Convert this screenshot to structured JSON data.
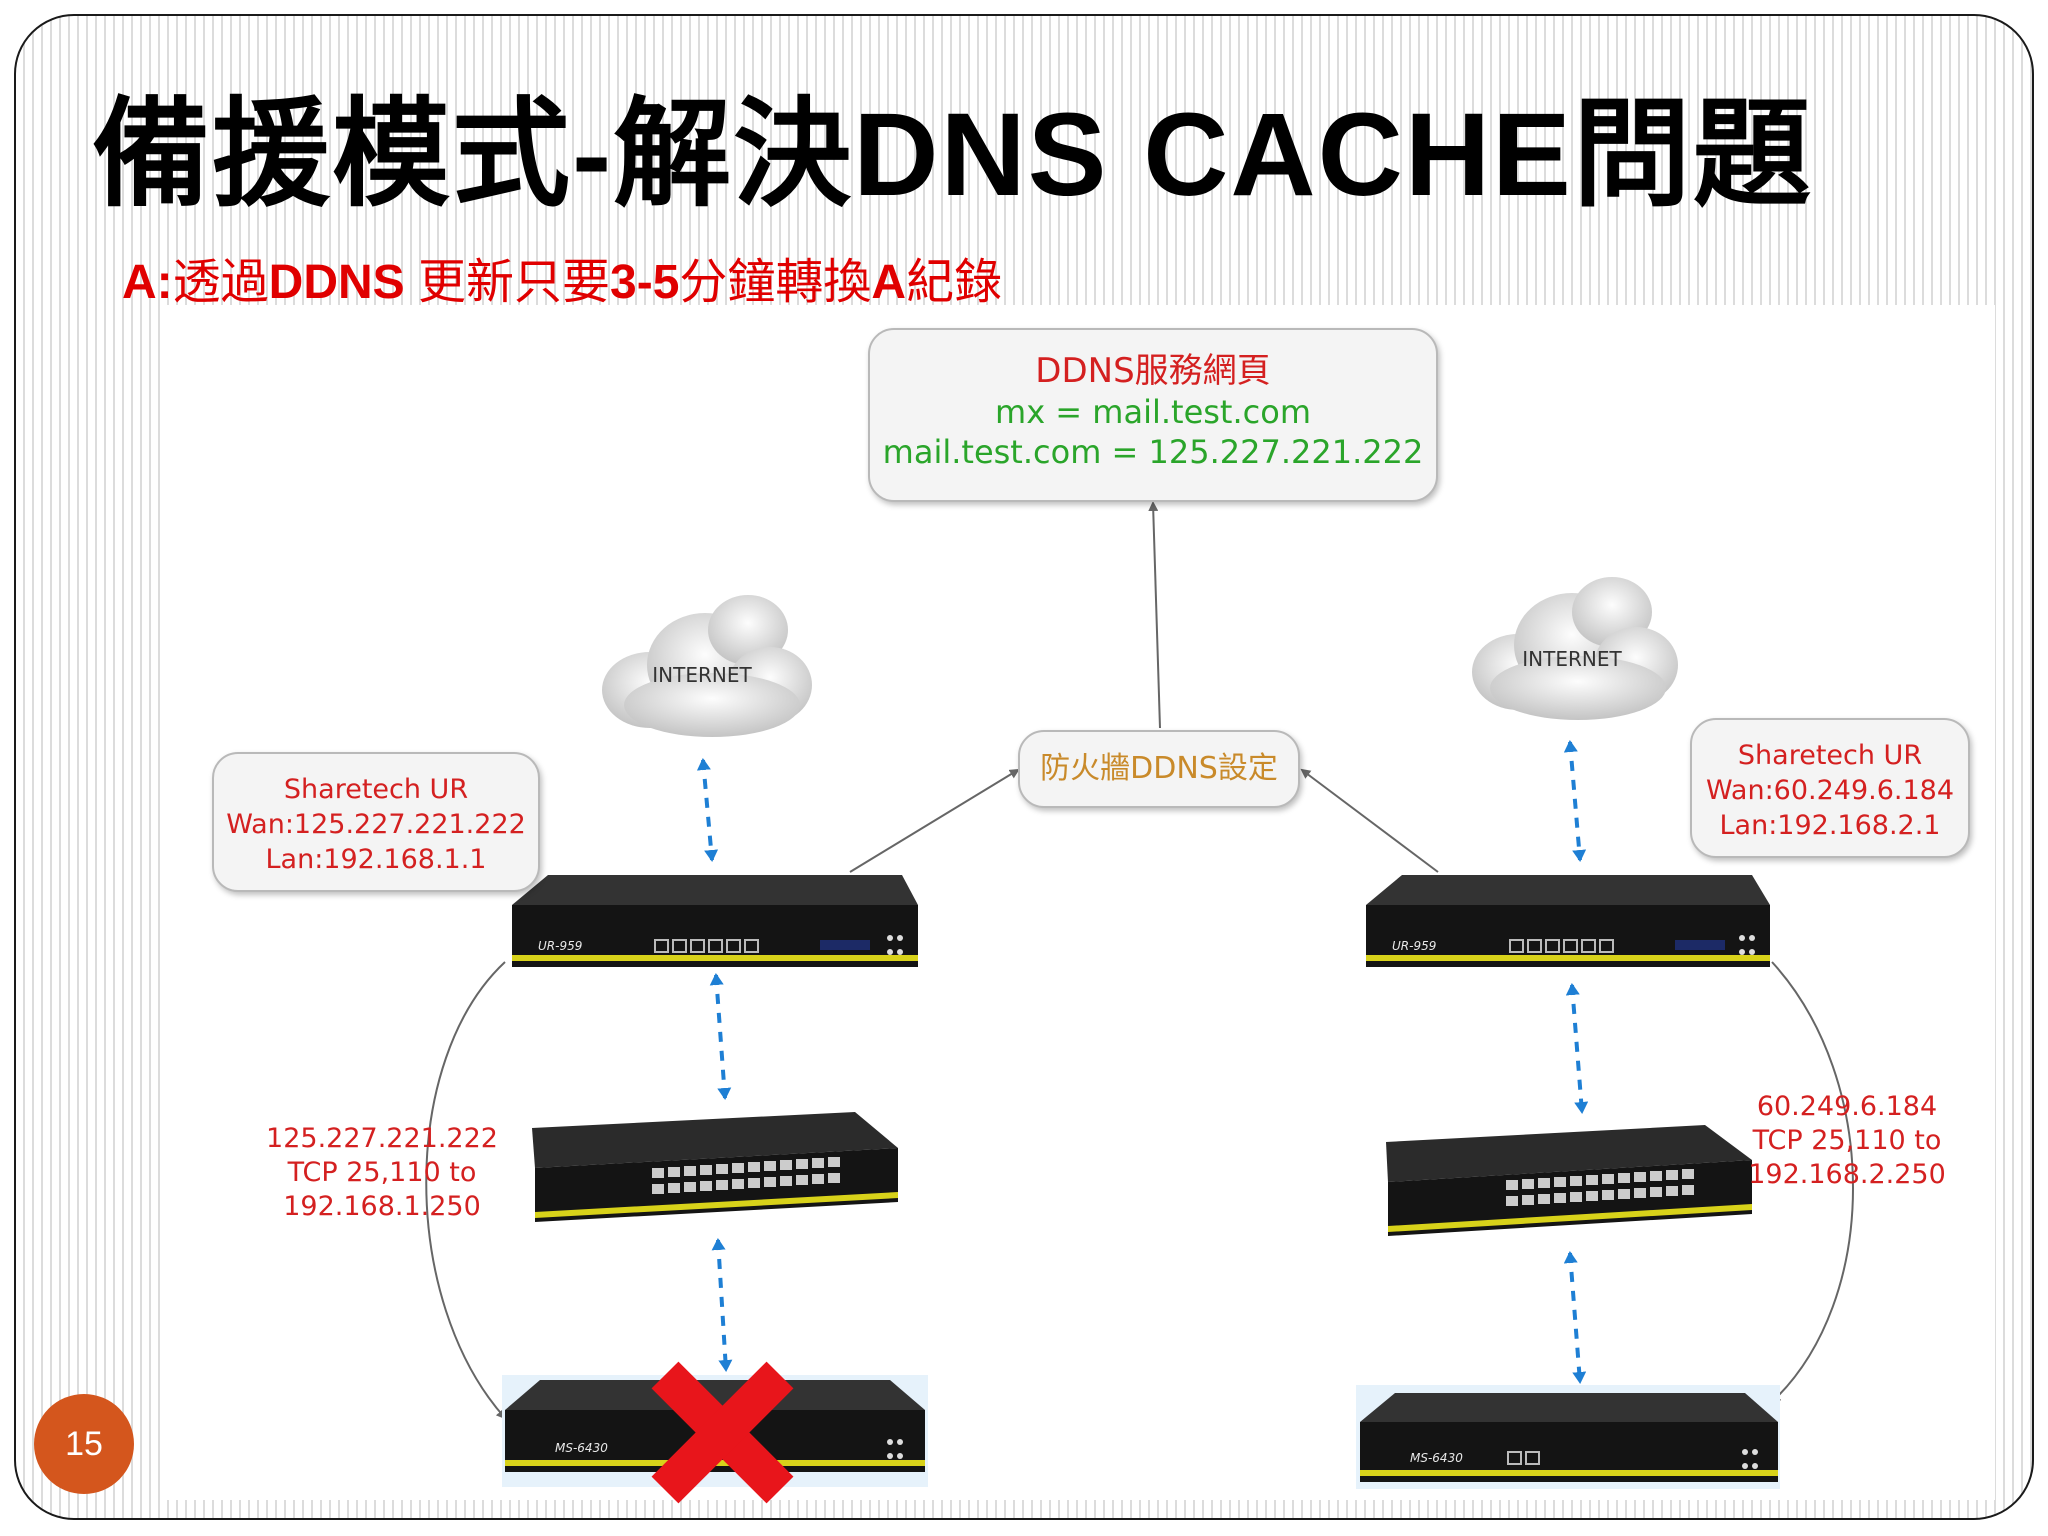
{
  "slide": {
    "title": "備援模式-解決DNS CACHE問題",
    "subtitle": {
      "prefix": "A:",
      "part1": "透過",
      "part2": "DDNS",
      "part3": " 更新只要",
      "part4": "3-5",
      "part5": "分鐘轉換",
      "part6": "A",
      "part7": "紀錄"
    },
    "page_number": "15"
  },
  "diagram": {
    "ddns_box": {
      "title": "DDNS服務網頁",
      "line1": "mx = mail.test.com",
      "line2": "mail.test.com = 125.227.221.222"
    },
    "firewall_box": "防火牆DDNS設定",
    "internet_left": "INTERNET",
    "internet_right": "INTERNET",
    "left_router": {
      "name": "Sharetech UR",
      "wan": "Wan:125.227.221.222",
      "lan": "Lan:192.168.1.1"
    },
    "right_router": {
      "name": "Sharetech UR",
      "wan": "Wan:60.249.6.184",
      "lan": "Lan:192.168.2.1"
    },
    "left_route": {
      "line1": "125.227.221.222",
      "line2": "TCP 25,110 to",
      "line3": "192.168.1.250"
    },
    "right_route": {
      "line1": "60.249.6.184",
      "line2": "TCP 25,110 to",
      "line3": "192.168.2.250"
    },
    "device_labels": {
      "router_model": "UR-959",
      "server_model": "MS-6430"
    }
  },
  "colors": {
    "title": "#000000",
    "accent_red": "#e00000",
    "label_red": "#d42020",
    "green": "#2aa52a",
    "orange": "#c98a2a",
    "arrow_blue": "#1e7fd4",
    "device_body": "#141414",
    "device_stripe": "#d8d21a",
    "page_badge": "#d4561d",
    "failure_x": "#e8151b"
  }
}
